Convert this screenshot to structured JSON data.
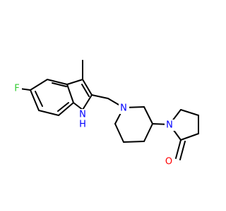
{
  "molecule": {
    "atoms": {
      "fluorine": "F",
      "indole_nh": "H",
      "indole_n": "N",
      "piperidine_n": "N",
      "pyrrolidinone_n": "N",
      "carbonyl_o": "O"
    },
    "colors": {
      "bond": "#000000",
      "nitrogen": "#0000ff",
      "oxygen": "#ff0000",
      "fluorine": "#33cc33"
    }
  }
}
